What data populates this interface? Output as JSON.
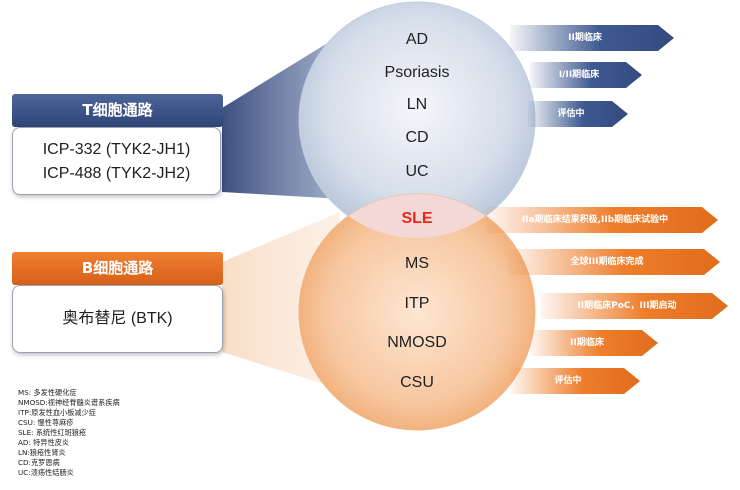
{
  "t_pathway": {
    "title": "T细胞通路",
    "drugs": [
      "ICP-332 (TYK2-JH1)",
      "ICP-488 (TYK2-JH2)"
    ]
  },
  "b_pathway": {
    "title": "B细胞通路",
    "drugs": [
      "奥布替尼 (BTK)"
    ]
  },
  "t_circle": {
    "indications": [
      "AD",
      "Psoriasis",
      "LN",
      "CD",
      "UC"
    ]
  },
  "overlap": {
    "label": "SLE"
  },
  "b_circle": {
    "indications": [
      "MS",
      "ITP",
      "NMOSD",
      "CSU"
    ]
  },
  "t_arrows": [
    "II期临床",
    "I/II期临床",
    "评估中"
  ],
  "b_arrows": [
    "IIa期临床结果积极,IIb期临床试验中",
    "全球III期临床完成",
    "II期临床PoC，III期启动",
    "II期临床",
    "评估中"
  ],
  "legend": [
    "MS: 多发性硬化症",
    "NMOSD:视神经脊髓炎谱系疾病",
    "ITP:原发性血小板减少症",
    "CSU: 慢性荨麻疹",
    "SLE: 系统性红斑狼疮",
    "AD: 特异性皮炎",
    "LN:狼疮性肾炎",
    "CD:克罗恩病",
    "UC:溃疡性结肠炎"
  ],
  "colors": {
    "t_blue": "#3f5a91",
    "b_orange": "#ee7e2c",
    "sle_red": "#e8281e"
  }
}
